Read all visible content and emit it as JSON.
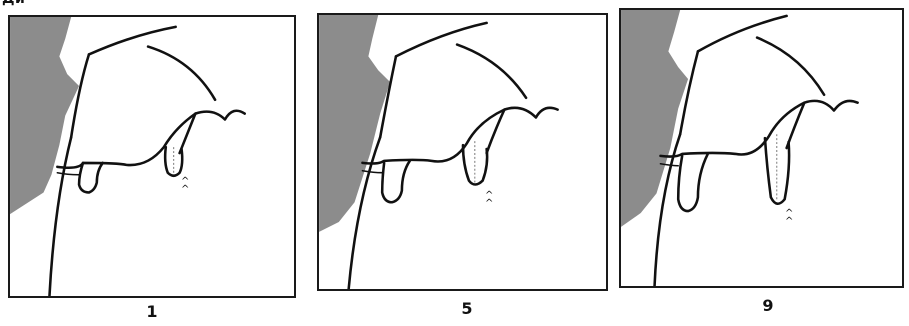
{
  "heading": "Ди",
  "panels": [
    {
      "score": "1"
    },
    {
      "score": "5"
    },
    {
      "score": "9"
    }
  ],
  "marker_glyph": "^"
}
